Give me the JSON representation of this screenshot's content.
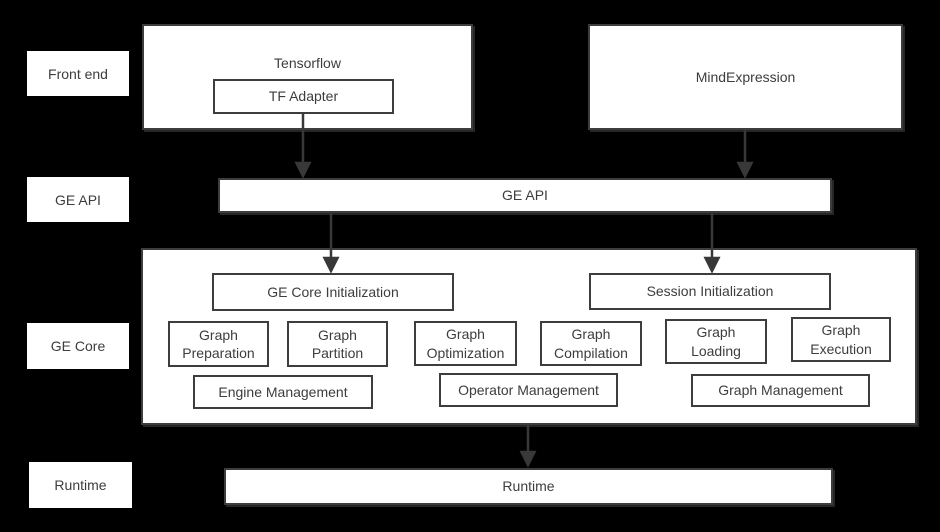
{
  "diagram": {
    "layers": [
      "Front end",
      "GE API",
      "GE Core",
      "Runtime"
    ],
    "front_end": {
      "tensorflow_label": "Tensorflow",
      "tf_adapter_label": "TF Adapter",
      "mindexpression_label": "MindExpression"
    },
    "ge_api_label": "GE API",
    "ge_core": {
      "init": [
        "GE Core Initialization",
        "Session Initialization"
      ],
      "stages": [
        "Graph Preparation",
        "Graph Partition",
        "Graph Optimization",
        "Graph Compilation",
        "Graph Loading",
        "Graph Execution"
      ],
      "management": [
        "Engine Management",
        "Operator Management",
        "Graph Management"
      ]
    },
    "runtime_label": "Runtime",
    "colors": {
      "background": "#000000",
      "box_fill": "#ffffff",
      "border": "#3d3d3d",
      "text": "#3d3d3d",
      "arrow": "#383838"
    }
  }
}
